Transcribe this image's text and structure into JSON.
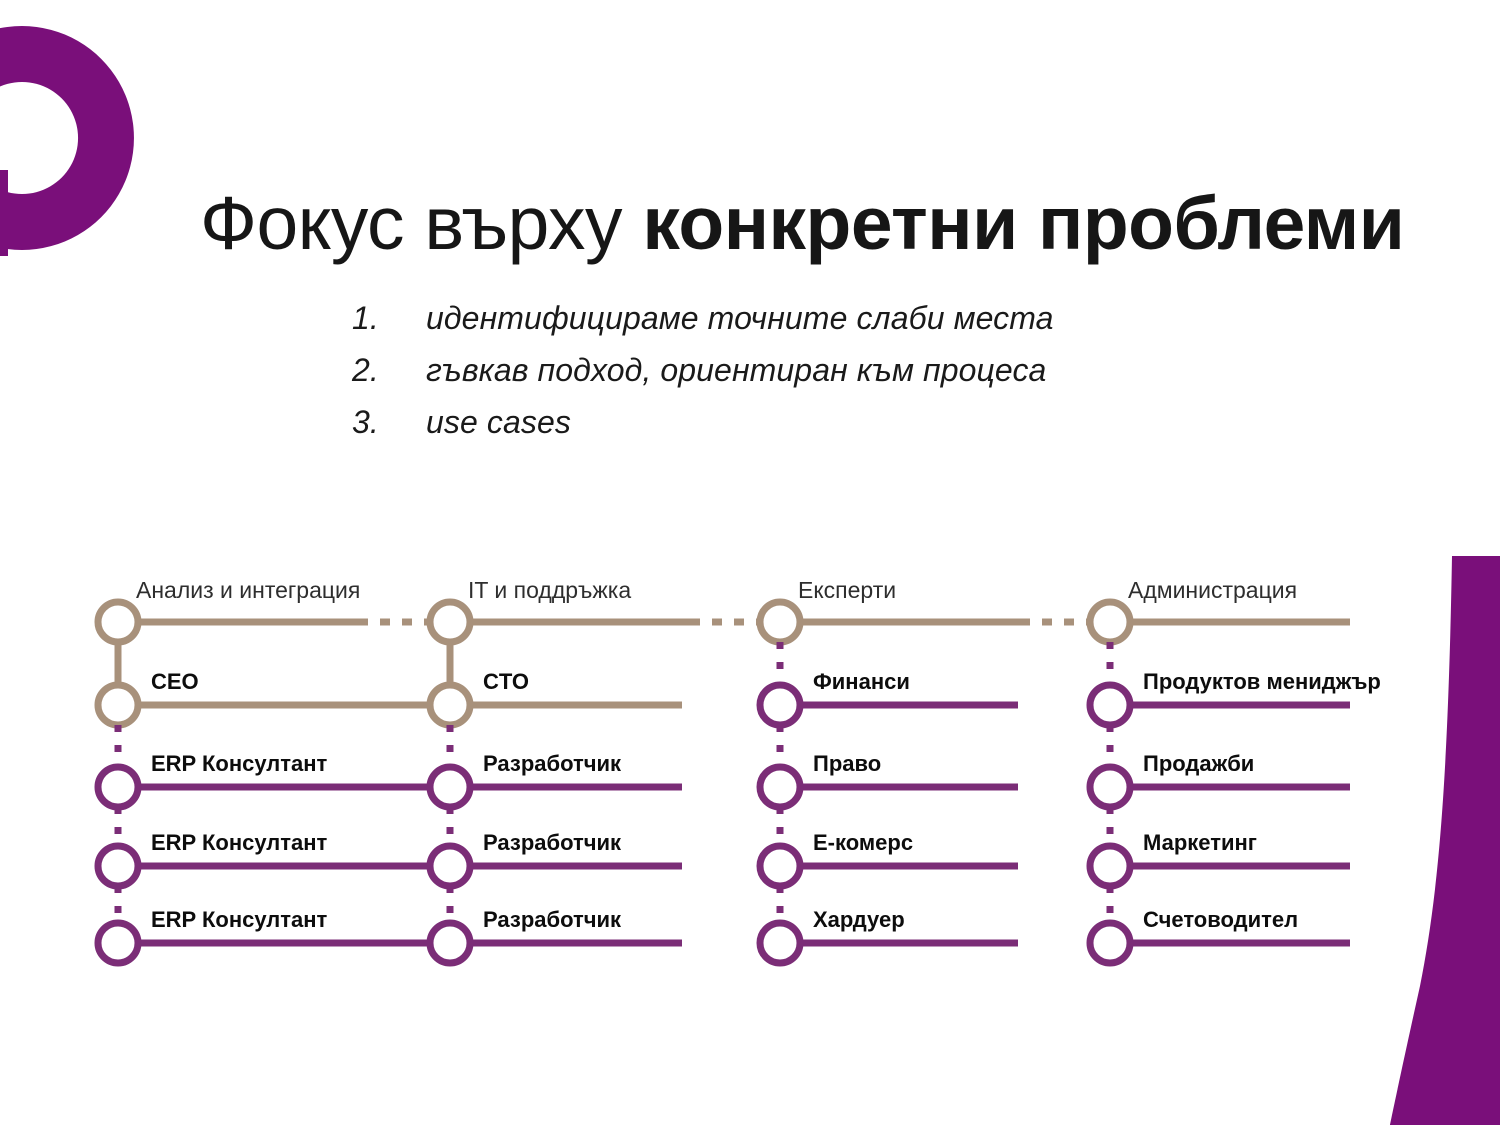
{
  "slide": {
    "title_regular": "Фокус върху ",
    "title_bold": "конкретни проблеми",
    "background": "#ffffff"
  },
  "colors": {
    "brand_purple": "#7A0F7A",
    "node_purple": "#7B2D77",
    "line_purple": "#7B2D77",
    "node_tan": "#A8917B",
    "line_tan": "#A8917B",
    "text_dark": "#161616"
  },
  "decorations": {
    "logo_icon": "brand-q-ring-logo",
    "corner_icon": "brand-corner-swoosh"
  },
  "bullets": [
    {
      "num": "1.",
      "text": "идентифицираме точните слаби места"
    },
    {
      "num": "2.",
      "text": " гъвкав подход, ориентиран към процеса"
    },
    {
      "num": "3.",
      "text": "use cases"
    }
  ],
  "diagram": {
    "columns": [
      {
        "header": "Анализ и интеграция",
        "nodes": [
          {
            "label": "",
            "tone": "tan"
          },
          {
            "label": "CEO",
            "tone": "tan"
          },
          {
            "label": "ERP Консултант",
            "tone": "purple"
          },
          {
            "label": "ERP Консултант",
            "tone": "purple"
          },
          {
            "label": "ERP Консултант",
            "tone": "purple"
          }
        ]
      },
      {
        "header": "IT и поддръжка",
        "nodes": [
          {
            "label": "",
            "tone": "tan"
          },
          {
            "label": "CTO",
            "tone": "tan"
          },
          {
            "label": "Разработчик",
            "tone": "purple"
          },
          {
            "label": "Разработчик",
            "tone": "purple"
          },
          {
            "label": "Разработчик",
            "tone": "purple"
          }
        ]
      },
      {
        "header": "Експерти",
        "nodes": [
          {
            "label": "",
            "tone": "tan"
          },
          {
            "label": "Финанси",
            "tone": "purple"
          },
          {
            "label": "Право",
            "tone": "purple"
          },
          {
            "label": "Е-комерс",
            "tone": "purple"
          },
          {
            "label": "Хардуер",
            "tone": "purple"
          }
        ]
      },
      {
        "header": "Администрация",
        "nodes": [
          {
            "label": "",
            "tone": "tan"
          },
          {
            "label": "Продуктов мениджър",
            "tone": "purple"
          },
          {
            "label": "Продажби",
            "tone": "purple"
          },
          {
            "label": "Маркетинг",
            "tone": "purple"
          },
          {
            "label": "Счетоводител",
            "tone": "purple"
          }
        ]
      }
    ]
  }
}
